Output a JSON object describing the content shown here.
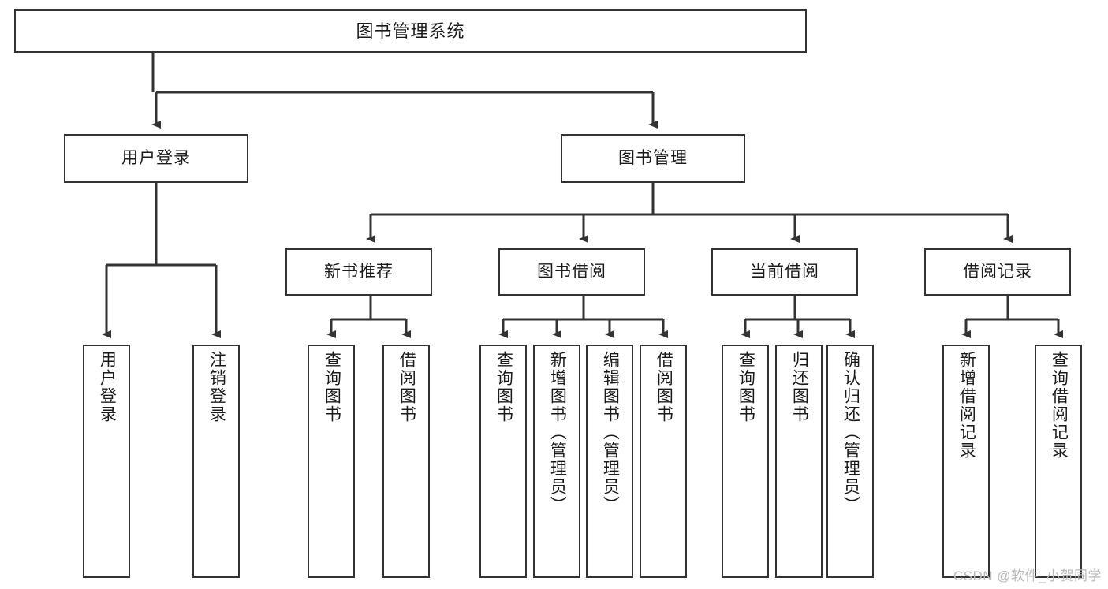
{
  "diagram": {
    "title": "图书管理系统",
    "watermark": "CSDN @软件_小贺同学",
    "colors": {
      "stroke": "#333333",
      "fill": "#ffffff",
      "text": "#1a1a1a",
      "watermark": "#b9b9b9"
    },
    "root": {
      "label": "图书管理系统"
    },
    "branches": [
      {
        "label": "用户登录"
      },
      {
        "label": "图书管理"
      }
    ],
    "groups": [
      {
        "label": "新书推荐"
      },
      {
        "label": "图书借阅"
      },
      {
        "label": "当前借阅"
      },
      {
        "label": "借阅记录"
      }
    ],
    "leaves": [
      {
        "label": "用户登录"
      },
      {
        "label": "注销登录"
      },
      {
        "label": "查询图书"
      },
      {
        "label": "借阅图书"
      },
      {
        "label": "查询图书"
      },
      {
        "label": "新增图书（管理员）"
      },
      {
        "label": "编辑图书（管理员）"
      },
      {
        "label": "借阅图书"
      },
      {
        "label": "查询图书"
      },
      {
        "label": "归还图书"
      },
      {
        "label": "确认归还（管理员）"
      },
      {
        "label": "新增借阅记录"
      },
      {
        "label": "查询借阅记录"
      }
    ]
  }
}
